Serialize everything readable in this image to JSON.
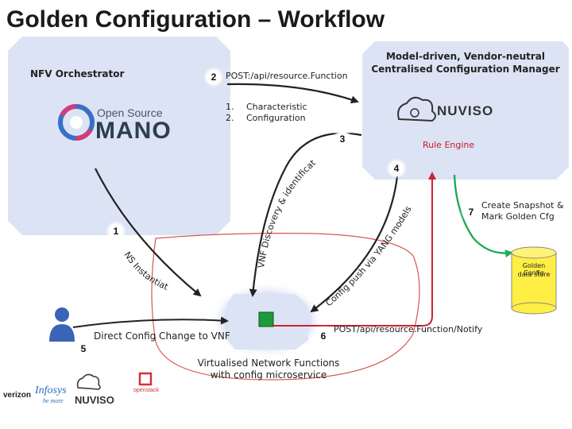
{
  "title": "Golden Configuration – Workflow",
  "orchestrator": {
    "label": "NFV Orchestrator",
    "logo_top": "Open Source",
    "logo_bottom": "MANO"
  },
  "manager": {
    "label_line1": "Model-driven, Vendor-neutral",
    "label_line2": "Centralised Configuration Manager",
    "logo_text": "nuviso",
    "rule_engine": "Rule Engine"
  },
  "steps": {
    "s1": "1",
    "s2": "2",
    "s3": "3",
    "s4": "4",
    "s5": "5",
    "s6": "6",
    "s7": "7"
  },
  "labels": {
    "post_resource": "POST:/api/resource.Function",
    "list_1_num": "1.",
    "list_1_text": "Characteristic",
    "list_2_num": "2.",
    "list_2_text": "Configuration",
    "vnf_discovery": "VNF Discovery & identification",
    "ns_instantiate": "NS Instantiate",
    "config_push": "Config push via YANG models",
    "create_snapshot_1": "Create Snapshot &",
    "create_snapshot_2": "Mark Golden Cfg",
    "datastore_1": "Golden Config",
    "datastore_2": "data store",
    "direct_config": "Direct Config Change to VNF",
    "post_notify": "POST/api/resource.Function/Notify",
    "vnf_line1": "Virtualised Network Functions",
    "vnf_line2": "with config microservice"
  },
  "footer_logos": {
    "verizon": "verizon",
    "infosys": "Infosys",
    "infosys_tag": "be more",
    "nuviso": "NUVISO",
    "openstack": "openstack"
  },
  "colors": {
    "panel": "#dce3f4",
    "arrow": "#222222",
    "red_arrow": "#cc2233",
    "green_arrow": "#22aa55",
    "datastore": "#ffee44",
    "vnf_square": "#1e9a3a",
    "enclosure": "#d9534f"
  }
}
